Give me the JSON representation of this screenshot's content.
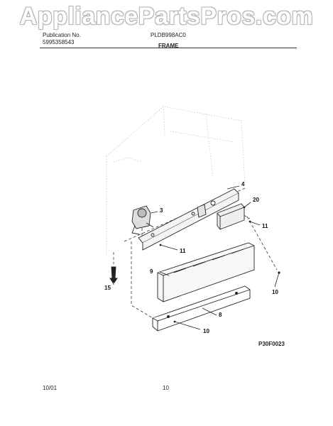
{
  "watermark": "AppliancePartsPros.com",
  "header": {
    "pub_label": "Publication No.",
    "pub_number": "5995358543",
    "model": "PLDB998AC0",
    "section": "FRAME"
  },
  "callouts": [
    "4",
    "20",
    "3",
    "11",
    "11",
    "9",
    "15",
    "10",
    "8",
    "10"
  ],
  "diagram_code": "P30F0023",
  "footer": {
    "date": "10/01",
    "page": "10"
  }
}
